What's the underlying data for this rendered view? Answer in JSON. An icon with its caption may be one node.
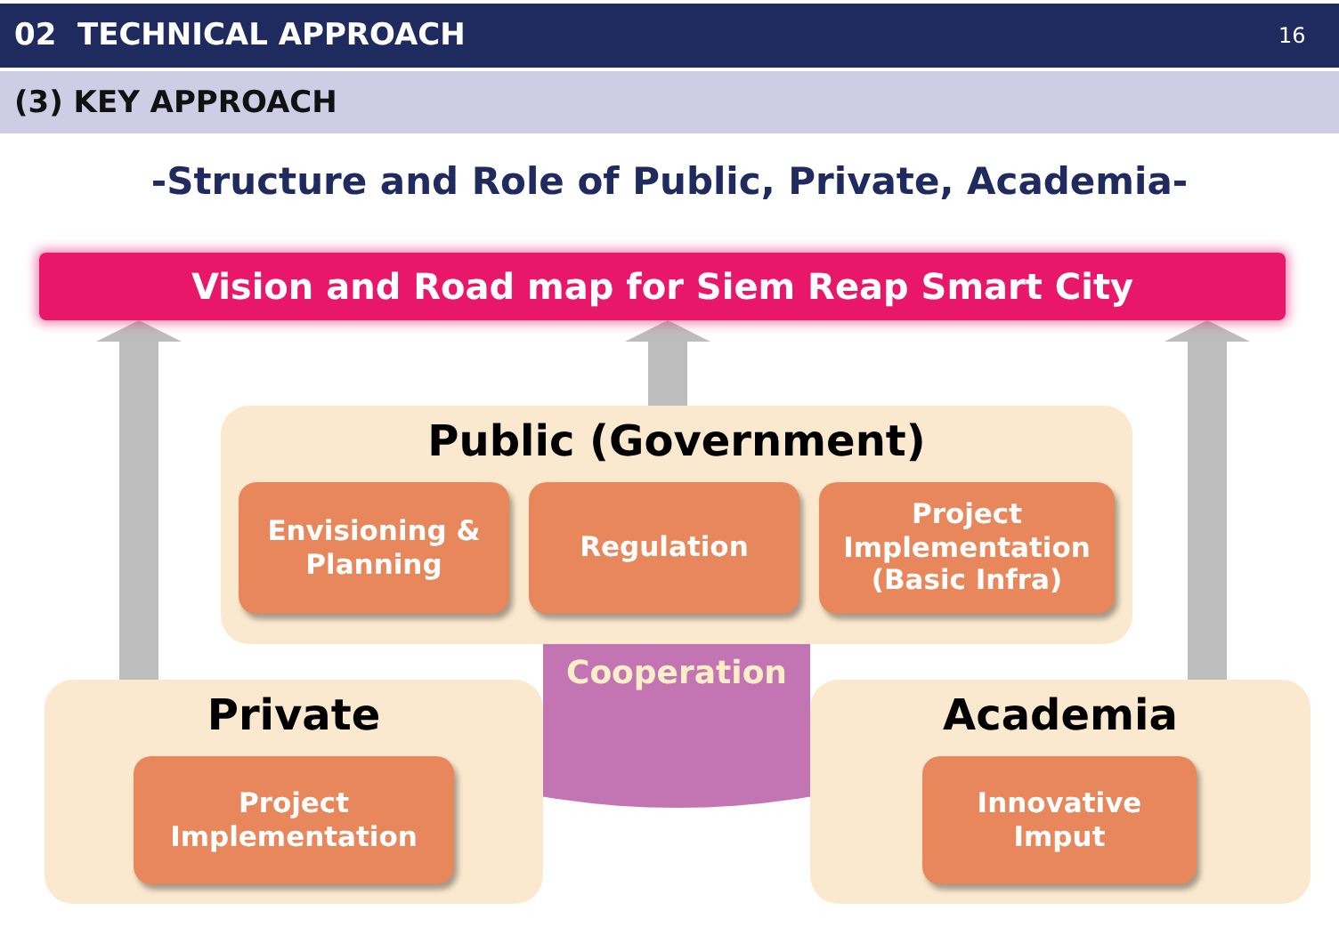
{
  "diagram": {
    "title": "-Structure and Role of Public, Private, Academia-",
    "nodes": [
      {
        "text": [
          "Vision and Road map for Siem Reap Smart City"
        ]
      },
      {
        "text": [
          "Public (Government)"
        ]
      },
      {
        "text": [
          "Envisioning & Planning"
        ],
        "in": 1
      },
      {
        "text": [
          "Regulation"
        ],
        "in": 1
      },
      {
        "text": [
          "Project Implementation (Basic Infra)"
        ],
        "in": 1
      },
      {
        "text": [
          "Cooperation"
        ]
      },
      {
        "text": [
          "Private"
        ]
      },
      {
        "text": [
          "Project Implementation"
        ],
        "in": 6
      },
      {
        "text": [
          "Academia"
        ]
      },
      {
        "text": [
          "Innovative Imput"
        ],
        "in": 8
      }
    ],
    "edges": [
      {
        "from": 6,
        "to": 0,
        "arrow": "to"
      },
      {
        "from": 1,
        "to": 0,
        "arrow": "to"
      },
      {
        "from": 8,
        "to": 0,
        "arrow": "to"
      }
    ],
    "labels": [
      "02  TECHNICAL APPROACH",
      "16",
      "(3) KEY APPROACH"
    ]
  }
}
